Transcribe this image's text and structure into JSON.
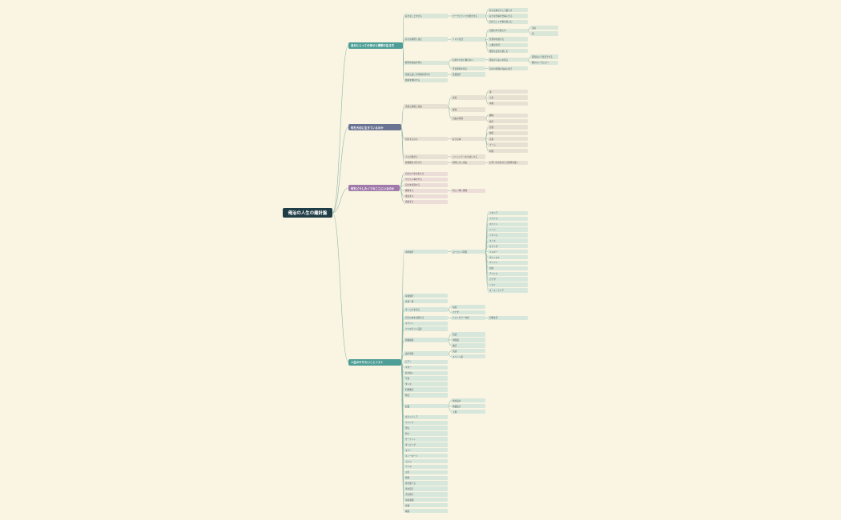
{
  "root": "俺治の人生の羅針盤",
  "colors": {
    "root": "#1f3d47",
    "line": "#8fb8a8"
  },
  "branches": [
    {
      "label": "自分にとっての幸せと理想の生き方",
      "color": "#4d9e96",
      "children": [
        {
          "label": "好きなことをする",
          "children": [
            {
              "label": "ワークとライフを統合する",
              "children": [
                {
                  "label": "好きな事だけして暮らす"
                },
                {
                  "label": "好きな仕事を仕事にする"
                },
                {
                  "label": "自分らしく仕事を楽しむ"
                }
              ]
            }
          ]
        },
        {
          "label": "好きな場所に住む",
          "children": [
            {
              "label": "ノマド生活",
              "children": [
                {
                  "label": "自然の中で暮らす",
                  "children": [
                    {
                      "label": "田舎"
                    },
                    {
                      "label": "海"
                    }
                  ]
                },
                {
                  "label": "世界中を旅する"
                },
                {
                  "label": "二拠点生活"
                },
                {
                  "label": "都会も田舎も楽しむ"
                }
              ]
            }
          ]
        },
        {
          "label": "経済的自由を得る",
          "children": [
            {
              "label": "お金のために働かない",
              "children": [
                {
                  "label": "資産から収入を得る",
                  "children": [
                    {
                      "label": "資産収入で生活できる"
                    },
                    {
                      "label": "働かなくてもよい"
                    }
                  ]
                }
              ]
            },
            {
              "label": "不労所得を得る",
              "children": [
                {
                  "label": "自分の時間を自由に使う"
                }
              ]
            }
          ]
        },
        {
          "label": "家族と過ごす時間を増やす",
          "children": [
            {
              "label": "家族旅行"
            }
          ]
        },
        {
          "label": "健康を維持する"
        }
      ]
    },
    {
      "label": "何を大切に生きているのか",
      "color": "#6b7393",
      "children": [
        {
          "label": "家族と健康と自由",
          "children": [
            {
              "label": "家族",
              "children": [
                {
                  "label": "妻"
                },
                {
                  "label": "子供"
                },
                {
                  "label": "両親"
                }
              ]
            },
            {
              "label": "健康"
            },
            {
              "label": "自由な時間",
              "children": [
                {
                  "label": "趣味"
                },
                {
                  "label": "旅行"
                }
              ]
            }
          ]
        },
        {
          "label": "何をするのか",
          "children": [
            {
              "label": "好きな事",
              "children": [
                {
                  "label": "読書"
                },
                {
                  "label": "映画"
                },
                {
                  "label": "音楽"
                },
                {
                  "label": "ゲーム"
                },
                {
                  "label": "料理"
                }
              ]
            }
          ]
        },
        {
          "label": "人との繋がり",
          "children": [
            {
              "label": "コミュニティを大切にする"
            }
          ]
        },
        {
          "label": "価値観を共有する",
          "children": [
            {
              "label": "仲間と共に成長",
              "children": [
                {
                  "label": "お互いを高め合える関係を築く"
                }
              ]
            }
          ]
        }
      ]
    },
    {
      "label": "何をどうしたくて今ここにいるのか",
      "color": "#a07aab",
      "children": [
        {
          "label": "自分の人生を生きる"
        },
        {
          "label": "やりたい事をやる"
        },
        {
          "label": "自分を表現する"
        },
        {
          "label": "挑戦する",
          "children": [
            {
              "label": "新しい事に挑戦"
            }
          ]
        },
        {
          "label": "成長する"
        },
        {
          "label": "貢献する"
        }
      ]
    },
    {
      "label": "人生のやりたいことリスト",
      "color": "#4d9e96",
      "children": [
        {
          "label": "海外旅行",
          "children": [
            {
              "label": "ヨーロッパ周遊",
              "children": [
                {
                  "label": "イタリア"
                },
                {
                  "label": "フランス"
                },
                {
                  "label": "スペイン"
                },
                {
                  "label": "ドイツ"
                },
                {
                  "label": "イギリス"
                },
                {
                  "label": "スイス"
                },
                {
                  "label": "オランダ"
                },
                {
                  "label": "ベルギー"
                },
                {
                  "label": "ポルトガル"
                },
                {
                  "label": "ギリシャ"
                },
                {
                  "label": "北欧"
                },
                {
                  "label": "アメリカ"
                },
                {
                  "label": "カナダ"
                },
                {
                  "label": "ハワイ"
                },
                {
                  "label": "オーストラリア"
                }
              ]
            }
          ]
        },
        {
          "label": "家族旅行"
        },
        {
          "label": "世界一周"
        },
        {
          "label": "オーロラを見る",
          "children": [
            {
              "label": "北欧"
            },
            {
              "label": "カナダ"
            }
          ]
        },
        {
          "label": "自分の本を出版する",
          "children": [
            {
              "label": "ベストセラー作家",
              "children": [
                {
                  "label": "印税生活"
                }
              ]
            }
          ]
        },
        {
          "label": "マラソン"
        },
        {
          "label": "フルマラソン完走"
        },
        {
          "label": "資格取得",
          "children": [
            {
              "label": "英語"
            },
            {
              "label": "中国語"
            },
            {
              "label": "簿記"
            }
          ]
        },
        {
          "label": "語学習得",
          "children": [
            {
              "label": "英語"
            },
            {
              "label": "スペイン語"
            }
          ]
        },
        {
          "label": "ピアノ"
        },
        {
          "label": "ギター"
        },
        {
          "label": "絵を描く"
        },
        {
          "label": "写真"
        },
        {
          "label": "ダンス"
        },
        {
          "label": "料理教室"
        },
        {
          "label": "陶芸"
        },
        {
          "label": "起業",
          "children": [
            {
              "label": "会社設立"
            },
            {
              "label": "事業拡大"
            },
            {
              "label": "上場"
            }
          ]
        },
        {
          "label": "ボランティア"
        },
        {
          "label": "キャンプ"
        },
        {
          "label": "登山"
        },
        {
          "label": "釣り"
        },
        {
          "label": "サーフィン"
        },
        {
          "label": "ダイビング"
        },
        {
          "label": "スキー"
        },
        {
          "label": "スノーボード"
        },
        {
          "label": "ゴルフ"
        },
        {
          "label": "テニス"
        },
        {
          "label": "ヨガ"
        },
        {
          "label": "瞑想"
        },
        {
          "label": "家を建てる"
        },
        {
          "label": "車を買う"
        },
        {
          "label": "犬を飼う"
        },
        {
          "label": "家庭菜園"
        },
        {
          "label": "読書"
        },
        {
          "label": "映画"
        }
      ]
    }
  ]
}
